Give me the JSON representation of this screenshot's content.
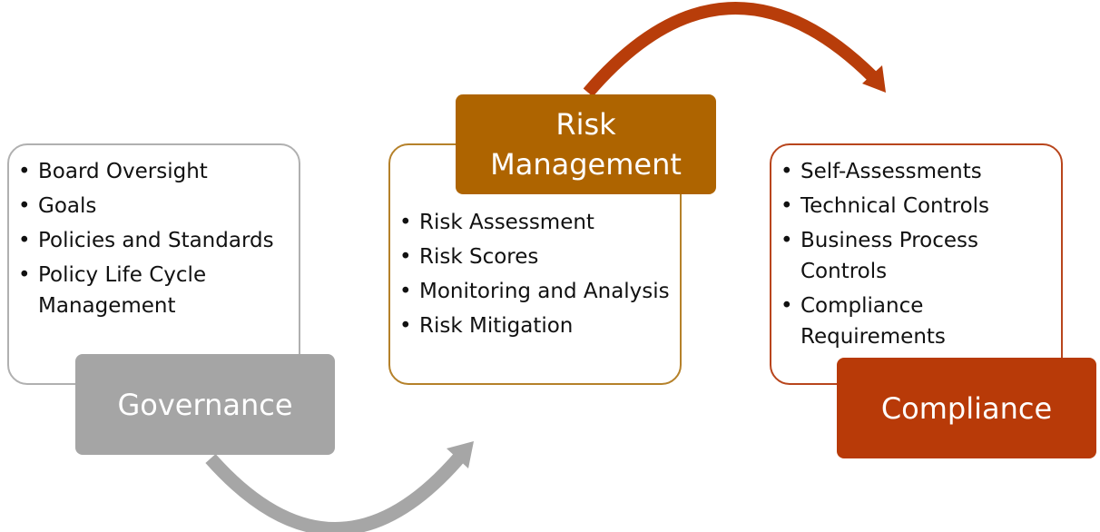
{
  "colors": {
    "governance": "#a5a5a5",
    "risk": "#ae6400",
    "compliance": "#b83a08",
    "governance_border": "#b0b0b0",
    "risk_border": "#b5812a",
    "compliance_border": "#b8451c"
  },
  "governance": {
    "title": "Governance",
    "items": [
      "Board Oversight",
      "Goals",
      "Policies and Standards",
      "Policy Life Cycle Management"
    ]
  },
  "risk": {
    "title_line1": "Risk",
    "title_line2": "Management",
    "items": [
      "Risk Assessment",
      "Risk Scores",
      "Monitoring and Analysis",
      "Risk Mitigation"
    ]
  },
  "compliance": {
    "title": "Compliance",
    "items": [
      "Self-Assessments",
      "Technical Controls",
      "Business Process Controls",
      "Compliance Requirements"
    ]
  }
}
